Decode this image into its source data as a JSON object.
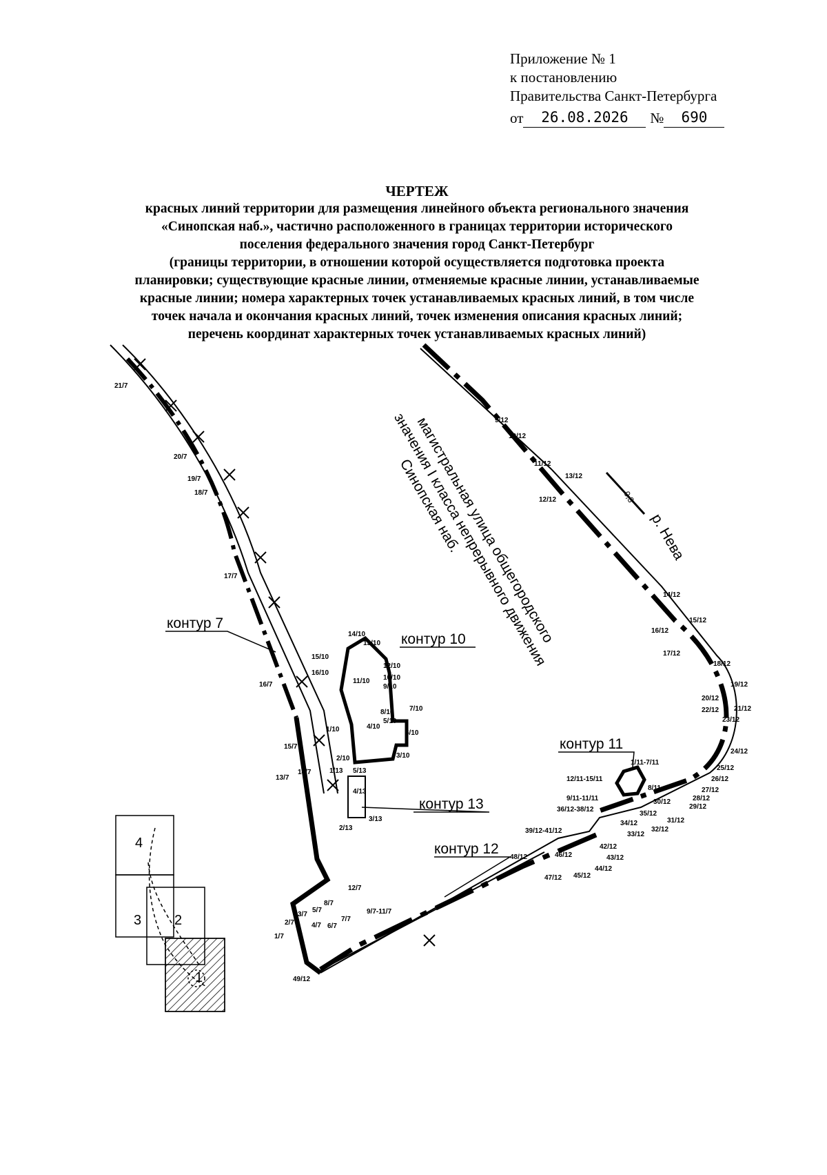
{
  "appendix": {
    "line1": "Приложение № 1",
    "line2": "к постановлению",
    "line3": "Правительства Санкт-Петербурга",
    "from_prefix": "от",
    "date": "26.08.2026",
    "number_prefix": "№",
    "number": "690"
  },
  "title": {
    "heading": "ЧЕРТЕЖ",
    "lines": [
      "красных линий территории для размещения линейного объекта регионального значения",
      "«Синопская наб.», частично расположенного в границах территории исторического",
      "поселения федерального значения город Санкт-Петербург",
      "(границы территории, в отношении которой осуществляется подготовка проекта",
      "планировки; существующие красные линии, отменяемые красные линии, устанавливаемые",
      "красные линии; номера характерных точек устанавливаемых красных линий, в том числе",
      "точек начала и окончания красных линий, точек изменения описания красных линий;",
      "перечень координат характерных точек устанавливаемых красных линий)"
    ]
  },
  "drawing": {
    "street_label": [
      "магистральная улица общегородского",
      "значения I класса непрерывного движения",
      "Синопская наб."
    ],
    "river_label": "р. Нева",
    "scale_mark": "0,3",
    "contours": {
      "c7": "контур 7",
      "c10": "контур 10",
      "c11": "контур 11",
      "c12": "контур 12",
      "c13": "контур 13"
    },
    "points_c7": [
      "21/7",
      "20/7",
      "19/7",
      "18/7",
      "17/7",
      "16/7",
      "15/7",
      "14/7",
      "13/7",
      "12/7",
      "9/7-11/7",
      "8/7",
      "7/7",
      "6/7",
      "5/7",
      "4/7",
      "3/7",
      "2/7",
      "1/7"
    ],
    "points_c10": [
      "14/10",
      "13/10",
      "15/10",
      "16/10",
      "12/10",
      "11/10",
      "10/10",
      "9/10",
      "8/10",
      "7/10",
      "5/10",
      "4/10",
      "6/10",
      "1/10",
      "2/10",
      "3/10"
    ],
    "points_c11": [
      "1/11-7/11",
      "12/11-15/11",
      "8/11",
      "9/11-11/11"
    ],
    "points_c12": [
      "9/12",
      "10/12",
      "11/12",
      "13/12",
      "12/12",
      "14/12",
      "15/12",
      "16/12",
      "17/12",
      "18/12",
      "19/12",
      "20/12",
      "21/12",
      "22/12",
      "23/12",
      "24/12",
      "25/12",
      "26/12",
      "27/12",
      "28/12",
      "29/12",
      "30/12",
      "31/12",
      "32/12",
      "33/12",
      "34/12",
      "35/12",
      "36/12-38/12",
      "39/12-41/12",
      "42/12",
      "43/12",
      "44/12",
      "45/12",
      "46/12",
      "47/12",
      "48/12",
      "49/12"
    ],
    "points_c13": [
      "1/13",
      "5/13",
      "4/13",
      "3/13",
      "2/13"
    ],
    "sheet_index": [
      "4",
      "3",
      "2",
      "1"
    ]
  }
}
